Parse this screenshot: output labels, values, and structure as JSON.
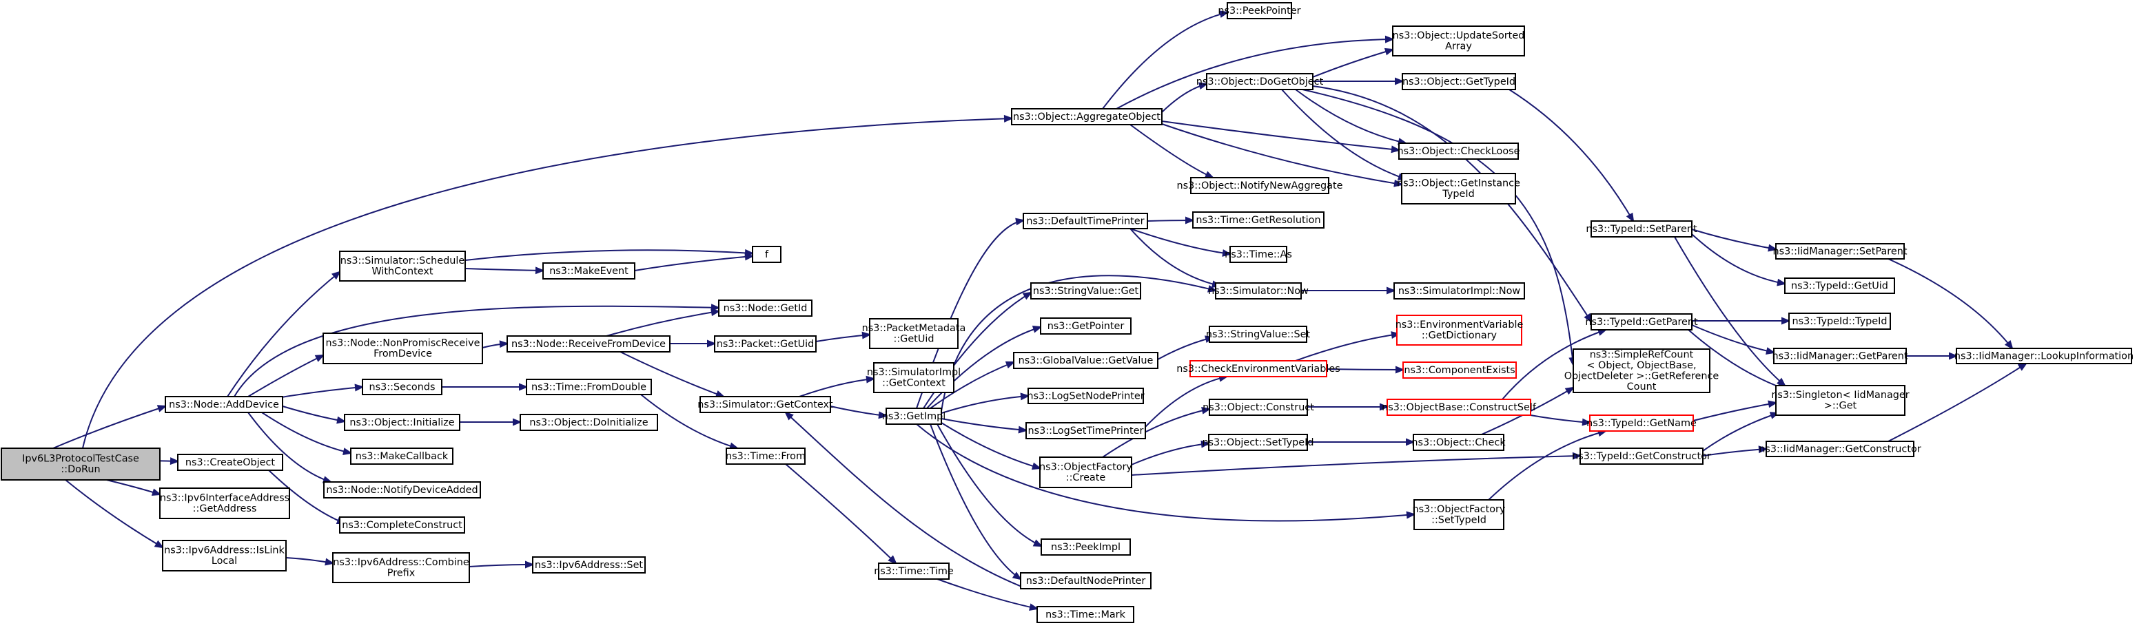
{
  "nodes": [
    {
      "id": "root",
      "lines": [
        "Ipv6L3ProtocolTestCase",
        "::DoRun"
      ],
      "style": "root",
      "interactable": false
    },
    {
      "id": "addDevice",
      "lines": [
        "ns3::Node::AddDevice"
      ]
    },
    {
      "id": "createObject",
      "lines": [
        "ns3::CreateObject"
      ]
    },
    {
      "id": "ifaceGetAddress",
      "lines": [
        "ns3::Ipv6InterfaceAddress",
        "::GetAddress"
      ]
    },
    {
      "id": "isLinkLocal",
      "lines": [
        "ns3::Ipv6Address::IsLink",
        "Local"
      ]
    },
    {
      "id": "aggregateObject",
      "lines": [
        "ns3::Object::AggregateObject"
      ]
    },
    {
      "id": "scheduleWithContext",
      "lines": [
        "ns3::Simulator::Schedule",
        "WithContext"
      ]
    },
    {
      "id": "nodeGetId",
      "lines": [
        "ns3::Node::GetId"
      ]
    },
    {
      "id": "nonPromisc",
      "lines": [
        "ns3::Node::NonPromiscReceive",
        "FromDevice"
      ]
    },
    {
      "id": "seconds",
      "lines": [
        "ns3::Seconds"
      ]
    },
    {
      "id": "objInitialize",
      "lines": [
        "ns3::Object::Initialize"
      ]
    },
    {
      "id": "makeCallback",
      "lines": [
        "ns3::MakeCallback"
      ]
    },
    {
      "id": "notifyDeviceAdded",
      "lines": [
        "ns3::Node::NotifyDeviceAdded"
      ]
    },
    {
      "id": "completeConstruct",
      "lines": [
        "ns3::CompleteConstruct"
      ]
    },
    {
      "id": "combinePrefix",
      "lines": [
        "ns3::Ipv6Address::Combine",
        "Prefix"
      ]
    },
    {
      "id": "makeEvent",
      "lines": [
        "ns3::MakeEvent"
      ]
    },
    {
      "id": "f",
      "lines": [
        "f"
      ]
    },
    {
      "id": "receiveFromDevice",
      "lines": [
        "ns3::Node::ReceiveFromDevice"
      ]
    },
    {
      "id": "fromDouble",
      "lines": [
        "ns3::Time::FromDouble"
      ]
    },
    {
      "id": "doInitialize",
      "lines": [
        "ns3::Object::DoInitialize"
      ]
    },
    {
      "id": "ipv6Set",
      "lines": [
        "ns3::Ipv6Address::Set"
      ]
    },
    {
      "id": "packetGetUid",
      "lines": [
        "ns3::Packet::GetUid"
      ]
    },
    {
      "id": "getContext",
      "lines": [
        "ns3::Simulator::GetContext"
      ]
    },
    {
      "id": "timeFrom",
      "lines": [
        "ns3::Time::From"
      ]
    },
    {
      "id": "metadataGetUid",
      "lines": [
        "ns3::PacketMetadata",
        "::GetUid"
      ]
    },
    {
      "id": "implGetContext",
      "lines": [
        "ns3::SimulatorImpl",
        "::GetContext"
      ]
    },
    {
      "id": "getImpl",
      "lines": [
        "ns3::GetImpl"
      ]
    },
    {
      "id": "timeTime",
      "lines": [
        "ns3::Time::Time"
      ]
    },
    {
      "id": "timeMark",
      "lines": [
        "ns3::Time::Mark"
      ]
    },
    {
      "id": "defaultTimePrinter",
      "lines": [
        "ns3::DefaultTimePrinter"
      ]
    },
    {
      "id": "stringValueGet",
      "lines": [
        "ns3::StringValue::Get"
      ]
    },
    {
      "id": "getPointer",
      "lines": [
        "ns3::GetPointer"
      ]
    },
    {
      "id": "globalValueGetValue",
      "lines": [
        "ns3::GlobalValue::GetValue"
      ]
    },
    {
      "id": "logSetNodePrinter",
      "lines": [
        "ns3::LogSetNodePrinter"
      ]
    },
    {
      "id": "logSetTimePrinter",
      "lines": [
        "ns3::LogSetTimePrinter"
      ]
    },
    {
      "id": "objFactoryCreate",
      "lines": [
        "ns3::ObjectFactory",
        "::Create"
      ]
    },
    {
      "id": "peekImpl",
      "lines": [
        "ns3::PeekImpl"
      ]
    },
    {
      "id": "defaultNodePrinter",
      "lines": [
        "ns3::DefaultNodePrinter"
      ]
    },
    {
      "id": "peekPointer",
      "lines": [
        "ns3::PeekPointer"
      ]
    },
    {
      "id": "doGetObject",
      "lines": [
        "ns3::Object::DoGetObject"
      ]
    },
    {
      "id": "notifyNewAggregate",
      "lines": [
        "ns3::Object::NotifyNewAggregate"
      ]
    },
    {
      "id": "getResolution",
      "lines": [
        "ns3::Time::GetResolution"
      ]
    },
    {
      "id": "timeAs",
      "lines": [
        "ns3::Time::As"
      ]
    },
    {
      "id": "simulatorNow",
      "lines": [
        "ns3::Simulator::Now"
      ]
    },
    {
      "id": "stringValueSet",
      "lines": [
        "ns3::StringValue::Set"
      ]
    },
    {
      "id": "checkEnvVars",
      "lines": [
        "ns3::CheckEnvironmentVariables"
      ],
      "style": "red"
    },
    {
      "id": "objConstruct",
      "lines": [
        "ns3::Object::Construct"
      ]
    },
    {
      "id": "objSetTypeId",
      "lines": [
        "ns3::Object::SetTypeId"
      ]
    },
    {
      "id": "updateSortedArray",
      "lines": [
        "ns3::Object::UpdateSorted",
        "Array"
      ]
    },
    {
      "id": "objGetTypeId",
      "lines": [
        "ns3::Object::GetTypeId"
      ]
    },
    {
      "id": "checkLoose",
      "lines": [
        "ns3::Object::CheckLoose"
      ]
    },
    {
      "id": "getInstanceTypeId",
      "lines": [
        "ns3::Object::GetInstance",
        "TypeId"
      ]
    },
    {
      "id": "implNow",
      "lines": [
        "ns3::SimulatorImpl::Now"
      ]
    },
    {
      "id": "envGetDictionary",
      "lines": [
        "ns3::EnvironmentVariable",
        "::GetDictionary"
      ],
      "style": "red"
    },
    {
      "id": "componentExists",
      "lines": [
        "ns3::ComponentExists"
      ],
      "style": "red"
    },
    {
      "id": "constructSelf",
      "lines": [
        "ns3::ObjectBase::ConstructSelf"
      ],
      "style": "red"
    },
    {
      "id": "objCheck",
      "lines": [
        "ns3::Object::Check"
      ]
    },
    {
      "id": "factorySetTypeId",
      "lines": [
        "ns3::ObjectFactory",
        "::SetTypeId"
      ]
    },
    {
      "id": "typeIdSetParent",
      "lines": [
        "ns3::TypeId::SetParent"
      ]
    },
    {
      "id": "typeIdGetParent",
      "lines": [
        "ns3::TypeId::GetParent"
      ]
    },
    {
      "id": "getReferenceCount",
      "lines": [
        "ns3::SimpleRefCount",
        "< Object, ObjectBase,",
        " ObjectDeleter >::GetReference",
        "Count"
      ]
    },
    {
      "id": "typeIdGetName",
      "lines": [
        "ns3::TypeId::GetName"
      ],
      "style": "red"
    },
    {
      "id": "typeIdGetConstructor",
      "lines": [
        "ns3::TypeId::GetConstructor"
      ]
    },
    {
      "id": "iidSetParent",
      "lines": [
        "ns3::IidManager::SetParent"
      ]
    },
    {
      "id": "typeIdGetUid",
      "lines": [
        "ns3::TypeId::GetUid"
      ]
    },
    {
      "id": "typeIdTypeId",
      "lines": [
        "ns3::TypeId::TypeId"
      ]
    },
    {
      "id": "iidGetParent",
      "lines": [
        "ns3::IidManager::GetParent"
      ]
    },
    {
      "id": "singletonGet",
      "lines": [
        "ns3::Singleton< IidManager",
        " >::Get"
      ]
    },
    {
      "id": "iidGetConstructor",
      "lines": [
        "ns3::IidManager::GetConstructor"
      ]
    },
    {
      "id": "lookupInformation",
      "lines": [
        "ns3::IidManager::LookupInformation"
      ]
    }
  ]
}
